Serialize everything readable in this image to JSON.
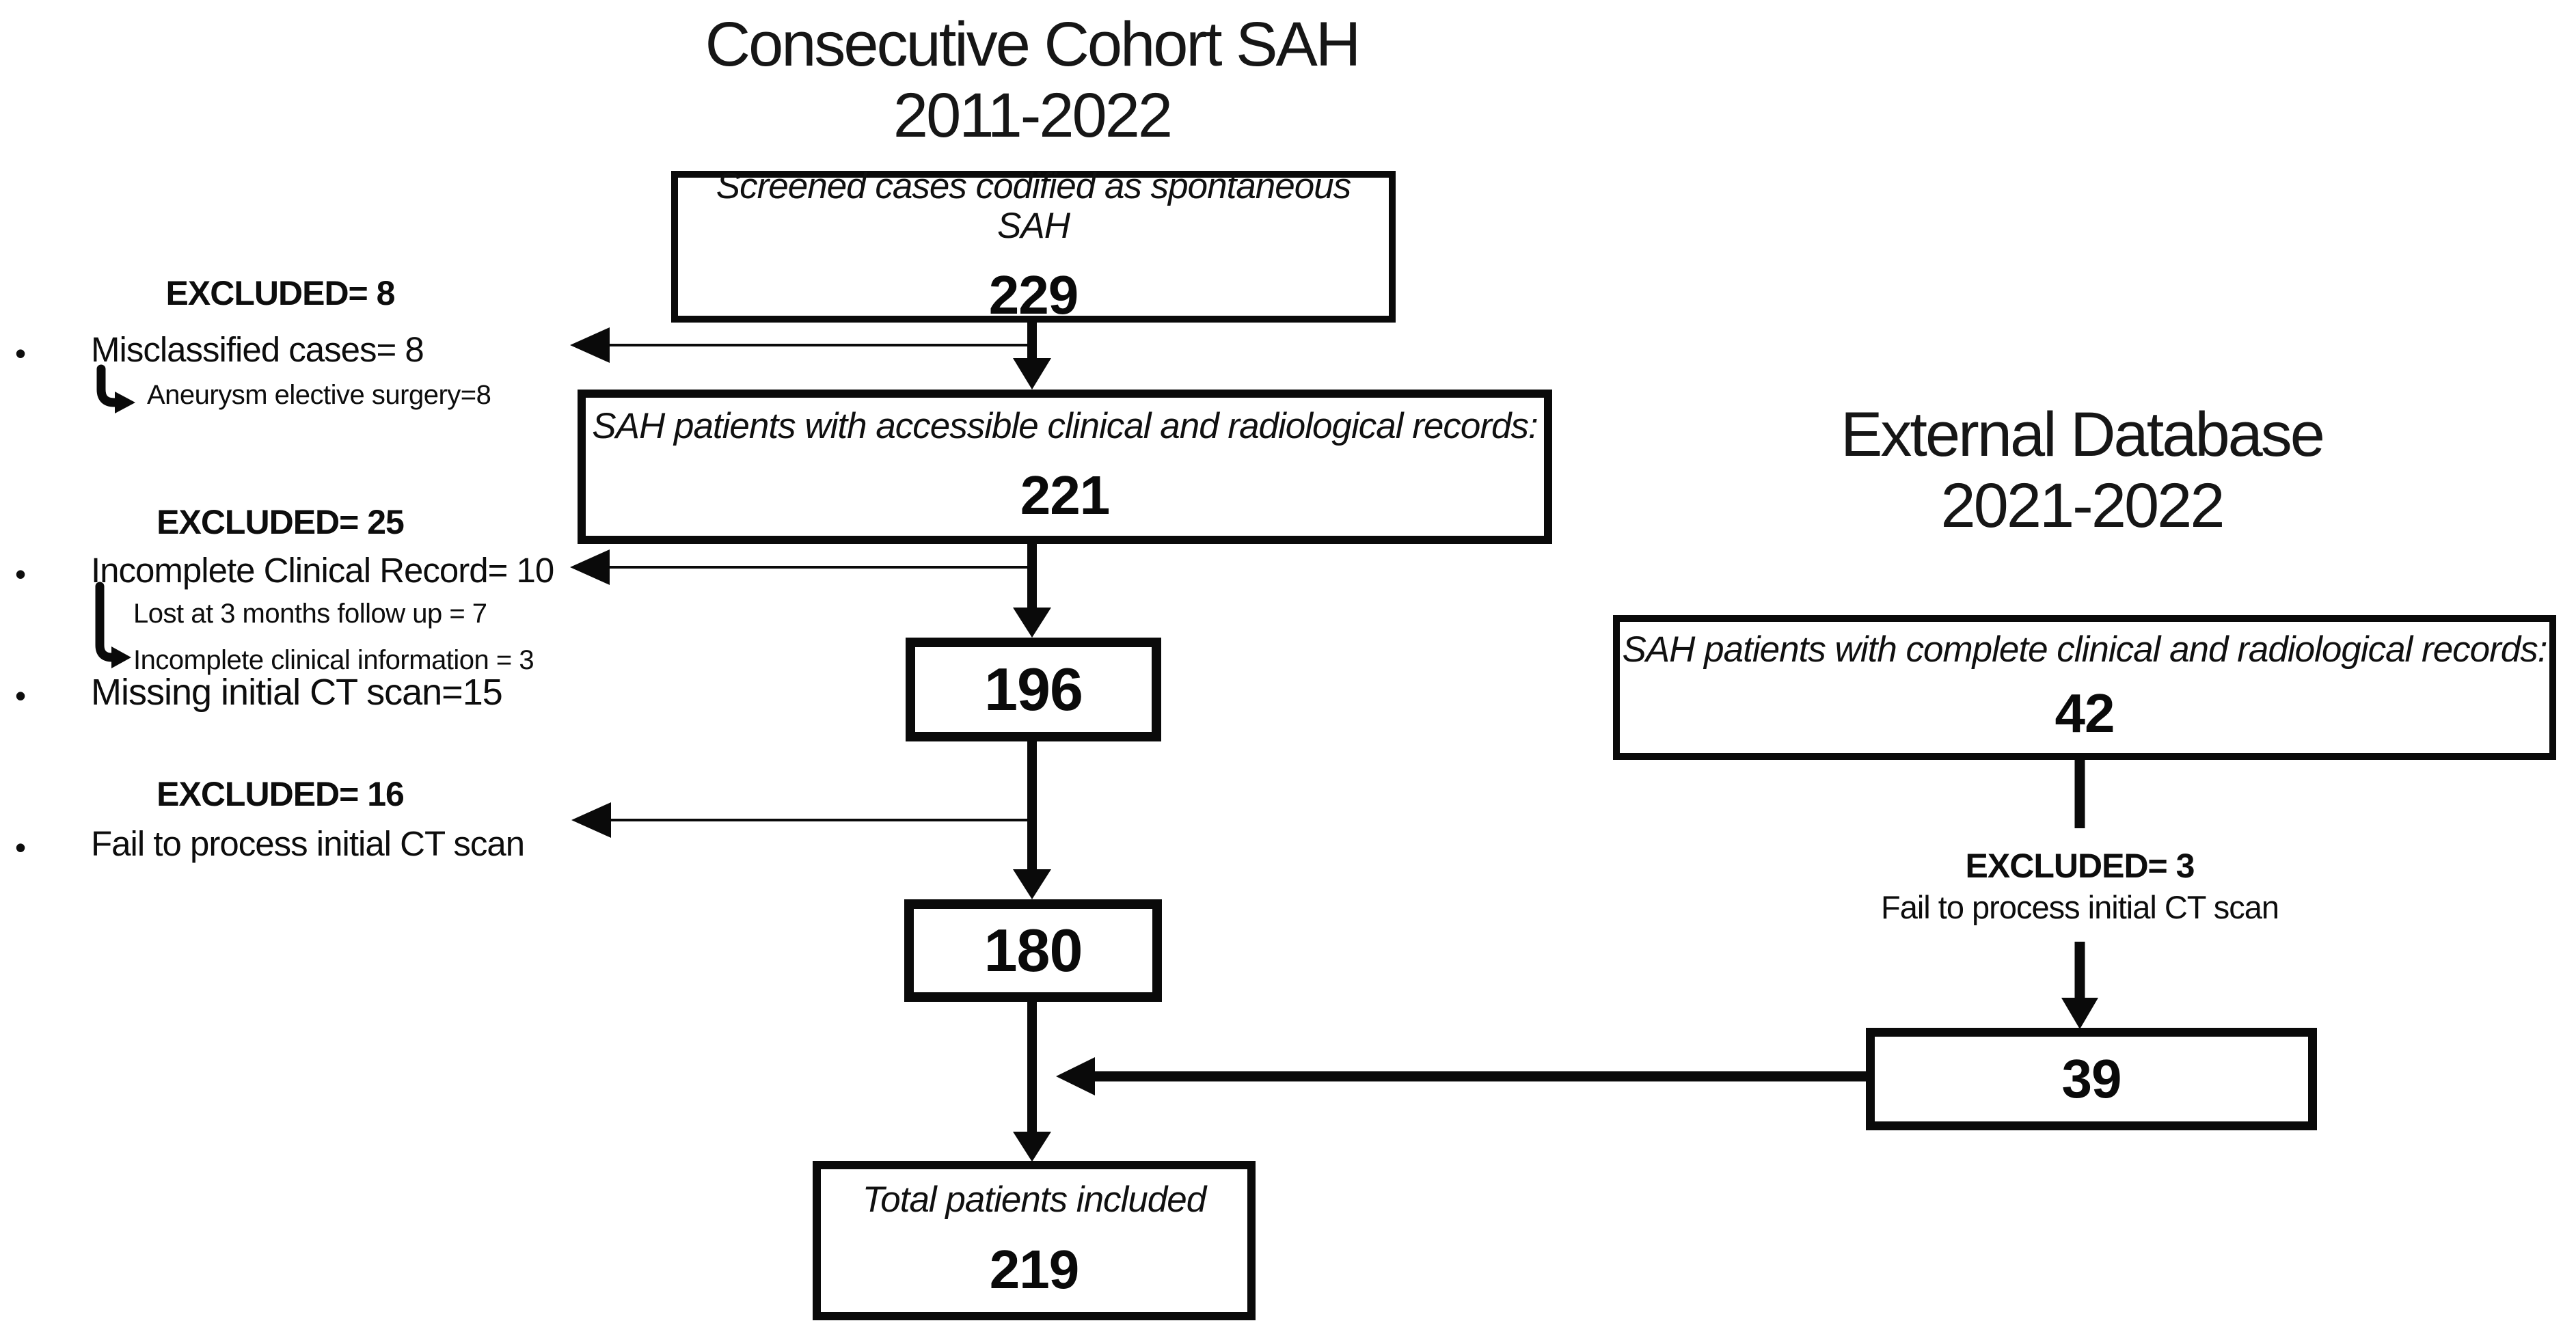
{
  "titles": {
    "cohort": {
      "line1": "Consecutive Cohort SAH",
      "line2": "2011-2022"
    },
    "external": {
      "line1": "External Database",
      "line2": "2021-2022"
    }
  },
  "boxes": {
    "screened": {
      "label": "Screened cases codified as spontaneous SAH",
      "value": "229"
    },
    "accessible": {
      "label": "SAH patients with accessible clinical and radiological records:",
      "value": "221"
    },
    "after_record_exclusions": {
      "value": "196"
    },
    "after_ct_exclusions": {
      "value": "180"
    },
    "external_records": {
      "label": "SAH patients with complete clinical and radiological records:",
      "value": "42"
    },
    "external_included": {
      "value": "39"
    },
    "total": {
      "label": "Total patients included",
      "value": "219"
    }
  },
  "exclusions": {
    "block1": {
      "header": "EXCLUDED= 8",
      "item1": "Misclassified cases= 8",
      "sub1": "Aneurysm elective surgery=8"
    },
    "block2": {
      "header": "EXCLUDED= 25",
      "item1": "Incomplete Clinical Record= 10",
      "sub1": "Lost at 3 months follow up = 7",
      "sub2": "Incomplete clinical information = 3",
      "item2": "Missing initial CT scan=15"
    },
    "block3": {
      "header": "EXCLUDED= 16",
      "item1": "Fail to process initial CT scan"
    },
    "block4": {
      "header": "EXCLUDED= 3",
      "item1": "Fail to process initial CT scan"
    }
  },
  "bullet_char": "•",
  "ink_color": "#0a0a0a"
}
